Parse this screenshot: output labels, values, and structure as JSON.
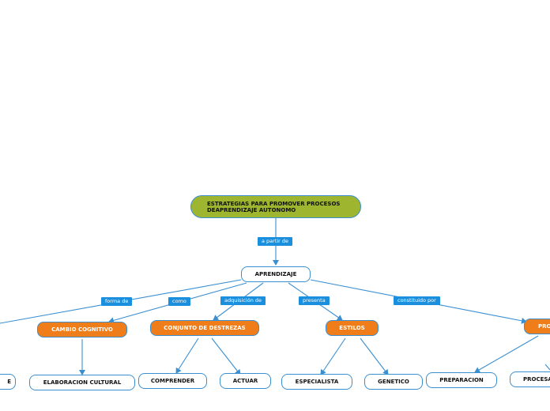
{
  "diagram": {
    "root": "ESTRATEGIAS PARA PROMOVER PROCESOS DEAPRENDIZAJE AUTONOMO",
    "root_link": "a partir de",
    "center": "APRENDIZAJE",
    "branches": [
      {
        "link": "forma de",
        "node": ""
      },
      {
        "link": "como",
        "node": "CAMBIO COGNITIVO",
        "children": [
          "ELABORACION CULTURAL"
        ]
      },
      {
        "link": "adquisición de",
        "node": "CONJUNTO DE DESTREZAS",
        "children": [
          "COMPRENDER",
          "ACTUAR"
        ]
      },
      {
        "link": "presenta",
        "node": "ESTILOS",
        "children": [
          "ESPECIALISTA",
          "GENETICO"
        ]
      },
      {
        "link": "constituido por",
        "node": "PRO",
        "children": [
          "PREPARACION",
          "PROCESA"
        ]
      }
    ],
    "left_partial_node": "E"
  },
  "colors": {
    "root_fill": "#9db52f",
    "orange_fill": "#ef7d1a",
    "label_fill": "#1a8fdd",
    "line": "#3a8fd1"
  }
}
